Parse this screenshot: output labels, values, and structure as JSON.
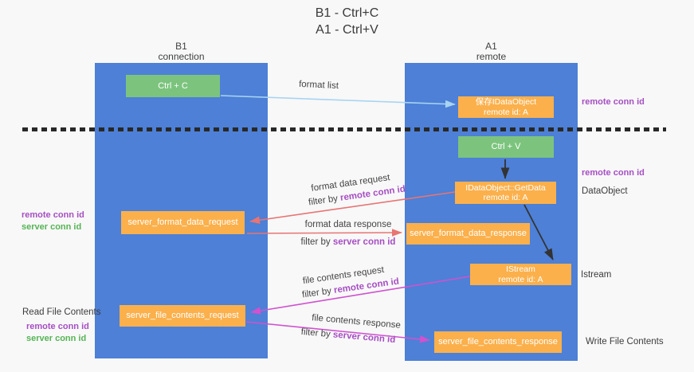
{
  "title": {
    "line1": "B1 - Ctrl+C",
    "line2": "A1 - Ctrl+V"
  },
  "lanes": {
    "left": {
      "title": "B1",
      "subtitle": "connection"
    },
    "right": {
      "title": "A1",
      "subtitle": "remote"
    }
  },
  "nodes": {
    "ctrl_c": {
      "label": "Ctrl + C"
    },
    "save_dataobject": {
      "line1": "保存IDataObject",
      "line2": "remote id: A"
    },
    "ctrl_v": {
      "label": "Ctrl + V"
    },
    "getdata": {
      "line1": "IDataObject::GetData",
      "line2": "remote id: A"
    },
    "istream": {
      "line1": "IStream",
      "line2": "remote id: A"
    },
    "format_request": {
      "label": "server_format_data_request"
    },
    "format_response": {
      "label": "server_format_data_response"
    },
    "file_request": {
      "label": "server_file_contents_request"
    },
    "file_response": {
      "label": "server_file_contents_response"
    }
  },
  "arrows": {
    "format_list": {
      "label": "format list"
    },
    "format_data_request": {
      "label": "format data request",
      "filter_prefix": "filter by ",
      "filter_key": "remote conn id"
    },
    "format_data_response": {
      "label": "format data response",
      "filter_prefix": "filter by ",
      "filter_key": "server conn id"
    },
    "file_contents_request": {
      "label": "file contents request",
      "filter_prefix": "filter by ",
      "filter_key": "remote conn id"
    },
    "file_contents_response": {
      "label": "file contents response",
      "filter_prefix": "filter by ",
      "filter_key": "server conn id"
    }
  },
  "side_labels": {
    "right_remote_conn_top": "remote conn id",
    "right_remote_conn_mid": "remote conn id",
    "dataobject": "DataObject",
    "istream": "Istream",
    "write_file": "Write File Contents",
    "left_remote_conn_mid": "remote conn id",
    "left_server_conn_mid": "server conn id",
    "read_file": "Read File Contents",
    "left_remote_conn_bottom": "remote conn id",
    "left_server_conn_bottom": "server conn id"
  },
  "colors": {
    "lane": "#4d80d6",
    "node_orange": "#fbb04c",
    "node_green": "#7cc47e",
    "arrow_lightblue": "#a8d4f2",
    "arrow_black": "#333333",
    "arrow_red": "#e87474",
    "arrow_magenta": "#cf52cf",
    "label_purple": "#a64fc3",
    "label_green": "#55b455"
  }
}
